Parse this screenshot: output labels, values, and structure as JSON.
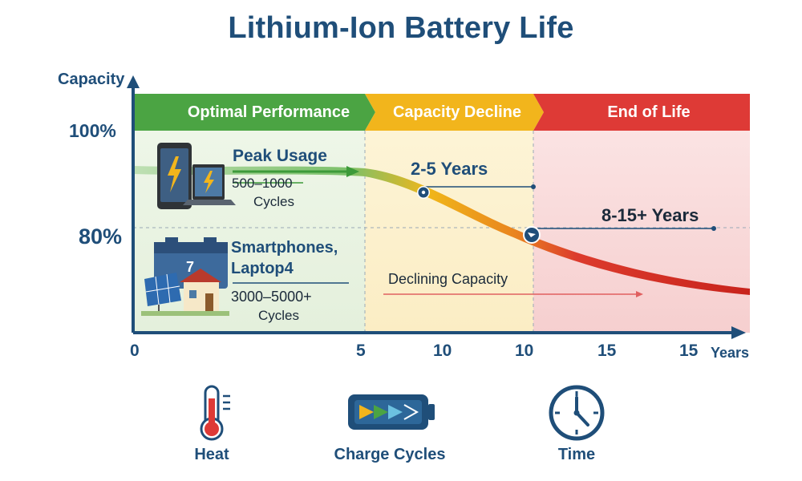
{
  "title": "Lithium-Ion Battery Life",
  "y_axis": {
    "label": "Capacity",
    "ticks": [
      "100%",
      "80%"
    ]
  },
  "x_axis": {
    "ticks": [
      "0",
      "5",
      "10",
      "10",
      "15",
      "15"
    ],
    "unit": "Years"
  },
  "zones": [
    {
      "label": "Optimal Performance",
      "color": "#4ba443"
    },
    {
      "label": "Capacity Decline",
      "color": "#f2b51c"
    },
    {
      "label": "End of Life",
      "color": "#de3a36"
    }
  ],
  "annotations": {
    "peak_usage": {
      "title": "Peak Usage",
      "cycles": "500–1000",
      "cycles_word": "Cycles"
    },
    "devices": {
      "line1": "Smartphones,",
      "line2": "Laptop4",
      "cycles": "3000–5000+",
      "cycles_word": "Cycles"
    },
    "years_a": "2-5 Years",
    "years_b": "8-15+ Years",
    "declining": "Declining Capacity"
  },
  "factors": [
    {
      "label": "Heat",
      "icon": "thermometer-icon"
    },
    {
      "label": "Charge Cycles",
      "icon": "battery-cycles-icon"
    },
    {
      "label": "Time",
      "icon": "clock-icon"
    }
  ],
  "colors": {
    "navy": "#1f4e79",
    "green": "#4ba443",
    "yellow": "#f2b51c",
    "red": "#de3a36"
  }
}
